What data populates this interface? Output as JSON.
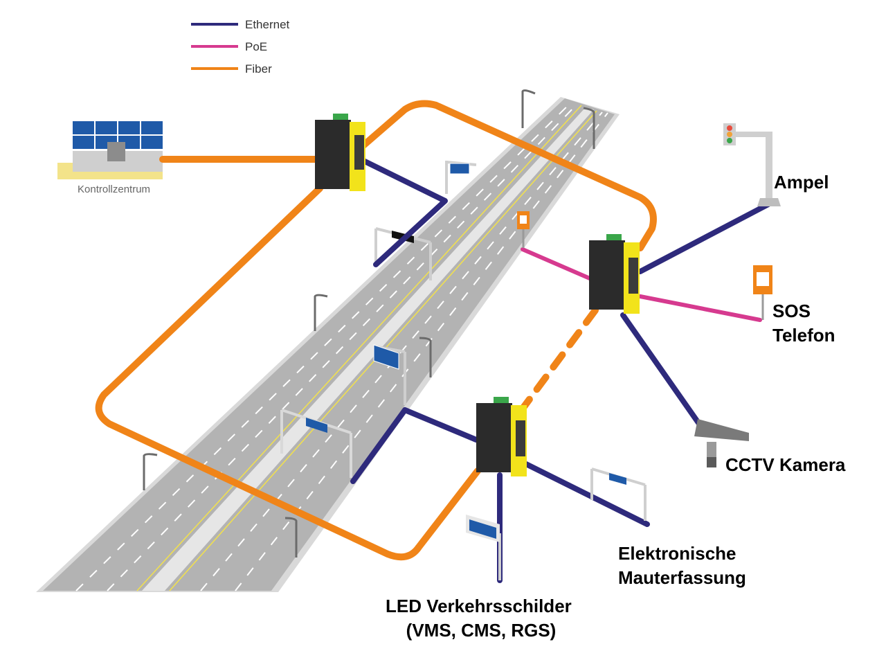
{
  "legend": {
    "ethernet": "Ethernet",
    "poe": "PoE",
    "fiber": "Fiber"
  },
  "labels": {
    "control_center": "Kontrollzentrum",
    "traffic_light": "Ampel",
    "sos_line1": "SOS",
    "sos_line2": "Telefon",
    "cctv": "CCTV Kamera",
    "toll_line1": "Elektronische",
    "toll_line2": "Mauterfassung",
    "led_line1": "LED Verkehrsschilder",
    "led_line2": "(VMS, CMS, RGS)"
  },
  "colors": {
    "ethernet": "#2e2a7c",
    "poe": "#d63a8f",
    "fiber": "#f08418",
    "road": "#b3b3b3",
    "switch_body": "#2b2b2b",
    "switch_accent": "#f2e31b",
    "sign_blue": "#1f5aa8"
  }
}
